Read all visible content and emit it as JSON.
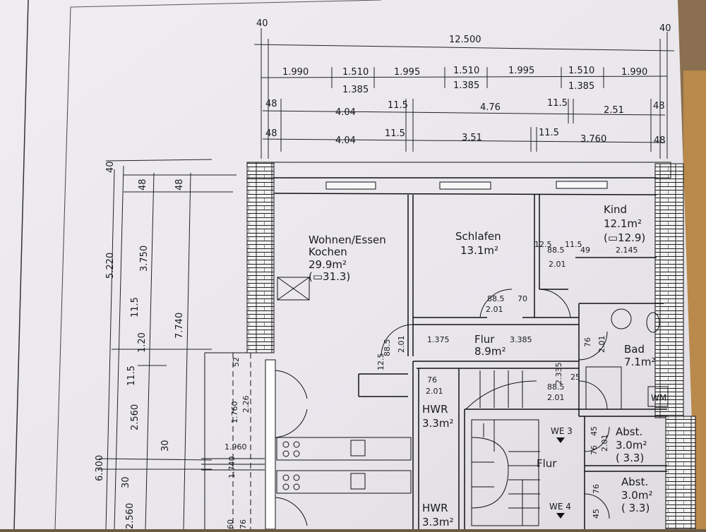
{
  "plan": {
    "top_dims": {
      "overall_left": "40",
      "overall_mid": "12.500",
      "overall_right": "40",
      "row1": [
        "1.990",
        "1.510",
        "1.995",
        "1.510",
        "1.995",
        "1.510",
        "1.990"
      ],
      "row1_sub": [
        "1.385",
        "1.385",
        "1.385"
      ],
      "row2": [
        "48",
        "4.04",
        "11.5",
        "4.76",
        "11.5",
        "2.51",
        "48"
      ],
      "row3": [
        "48",
        "4.04",
        "11.5",
        "3.51",
        "11.5",
        "3.760",
        "48"
      ]
    },
    "left_dims": {
      "top": "40",
      "a1": "48",
      "a2": "48",
      "total_a": "5.220",
      "b1": "3.750",
      "total_b": "7.740",
      "c1": "11.5",
      "c2": "1.20",
      "c3": "11.5",
      "d1": "2.560",
      "d2": "30",
      "total_c": "6.300",
      "e1": "30",
      "e2": "2.560"
    },
    "rooms": {
      "wohnen_name1": "Wohnen/Essen",
      "wohnen_name2": "Kochen",
      "wohnen_area": "29.9m²",
      "wohnen_area2": "(▭31.3)",
      "schlafen_name": "Schlafen",
      "schlafen_area": "13.1m²",
      "kind_name": "Kind",
      "kind_area": "12.1m²",
      "kind_area2": "(▭12.9)",
      "flur_name": "Flur",
      "flur_area": "8.9m²",
      "bad_name": "Bad",
      "bad_area": "7.1m²",
      "hwr1_name": "HWR",
      "hwr1_area": "3.3m²",
      "hwr2_name": "HWR",
      "hwr2_area": "3.3m²",
      "flur2_name": "Flur",
      "abst1_name": "Abst.",
      "abst1_area": "3.0m²",
      "abst1_area2": "( 3.3)",
      "abst2_name": "Abst.",
      "abst2_area": "3.0m²",
      "abst2_area2": "( 3.3)",
      "we3": "WE 3",
      "we4": "WE 4",
      "wm": "WM"
    },
    "inner_dims": {
      "kind_a": "12.5",
      "kind_b": "88.5",
      "kind_c": "11.5",
      "kind_d": "49",
      "kind_e": "2.145",
      "kind_f": "2.01",
      "door1_a": "88.5",
      "door1_b": "70",
      "door1_c": "2.01",
      "flur_a": "1.375",
      "flur_b": "3.385",
      "flur_c": "2.01",
      "flur_d": "12.5",
      "flur_e": "88.5",
      "hwr_a": "76",
      "hwr_b": "2.01",
      "bad_a": "76",
      "bad_b": "2.01",
      "bad_c": "2.335",
      "bad_d": "25",
      "bad_e": "88.5",
      "bad_f": "2.01",
      "abst_a": "45",
      "abst_b": "76",
      "abst_c": "2.01",
      "abst_d": "76",
      "abst_e": "45",
      "balc_a": "52",
      "balc_b": "1.760",
      "balc_c": "2.26",
      "balc_d": "1.960",
      "balc_e": "1.740",
      "bottom_a": "60",
      "bottom_b": "76"
    }
  }
}
